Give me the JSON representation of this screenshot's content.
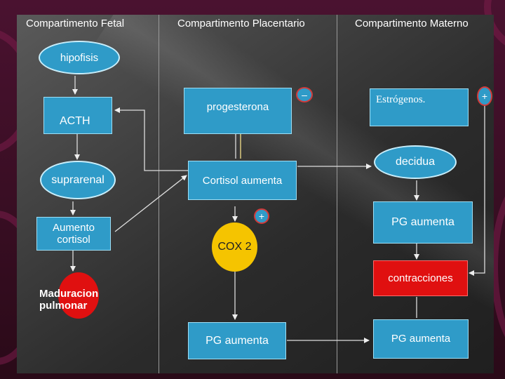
{
  "columns": {
    "fetal": "Compartimento Fetal",
    "placental": "Compartimento Placentario",
    "maternal": "Compartimento Materno"
  },
  "fetal": {
    "hipofisis": "hipofisis",
    "acth": "ACTH",
    "suprarenal": "suprarenal",
    "aumento_cortisol": "Aumento cortisol",
    "maduracion": "Maduracion pulmonar"
  },
  "placental": {
    "progesterona": "progesterona",
    "cortisol": "Cortisol aumenta",
    "cox2": "COX 2",
    "pg": "PG aumenta"
  },
  "maternal": {
    "estrogenos": "Estrógenos.",
    "decidua": "decidua",
    "pg": "PG aumenta",
    "contracciones": "contracciones",
    "pg_bottom": "PG aumenta"
  },
  "signs": {
    "minus": "–",
    "plus_cox": "+",
    "plus_maternal": "+"
  },
  "colors": {
    "box": "#2f9bc8",
    "cox": "#f5c400",
    "contracciones": "#e01010",
    "maduracion": "#e01010"
  }
}
